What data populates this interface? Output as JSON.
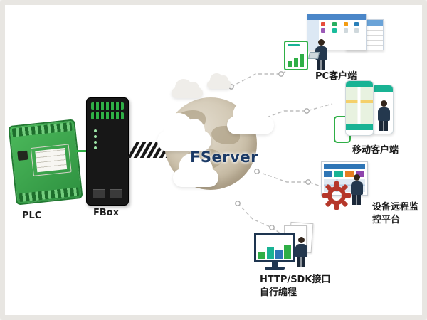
{
  "server": {
    "label": "FServer"
  },
  "devices": {
    "plc": {
      "label": "PLC"
    },
    "fbox": {
      "label": "FBox"
    }
  },
  "clients": [
    {
      "id": "pc-client",
      "label": "PC客户端"
    },
    {
      "id": "mobile-client",
      "label": "移动客户端"
    },
    {
      "id": "remote-platform",
      "label_line1": "设备远程监",
      "label_line2": "控平台"
    },
    {
      "id": "http-sdk",
      "label_line1": "HTTP/SDK接口",
      "label_line2": "自行编程"
    }
  ],
  "icons": [
    "globe-icon",
    "cloud-icon",
    "gear-icon",
    "person-figure",
    "browser-window-icon",
    "chart-document-icon",
    "smartphone-icon",
    "monitor-icon",
    "document-icon",
    "arrow-stripes-icon"
  ],
  "colors": {
    "green": "#2faf46",
    "teal": "#19b394",
    "navy": "#1b3a66",
    "red": "#b5372a"
  }
}
